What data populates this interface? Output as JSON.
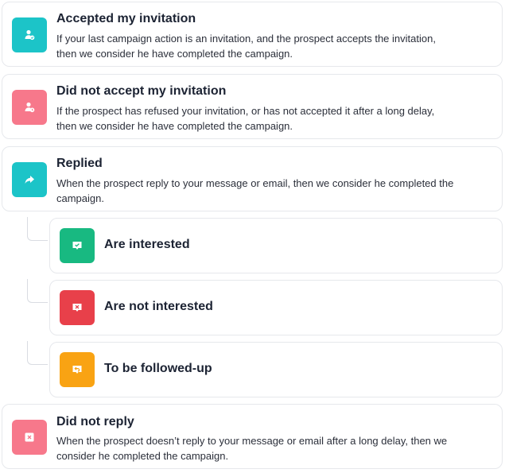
{
  "items": [
    {
      "title": "Accepted my invitation",
      "description_line1": "If your last campaign action is an invitation, and the prospect accepts the invitation,",
      "description_line2": "then we consider he have completed the campaign.",
      "icon": "user-check-icon",
      "color": "#1cc4c8"
    },
    {
      "title": "Did not accept my invitation",
      "description_line1": "If the prospect has refused your invitation, or has not accepted it after a long delay,",
      "description_line2": "then we consider he have completed the campaign.",
      "icon": "user-clock-icon",
      "color": "#f7788b"
    },
    {
      "title": "Replied",
      "description_line1": "When the prospect reply to your message or email, then we consider he completed the",
      "description_line2": "campaign.",
      "icon": "reply-arrow-icon",
      "color": "#1cc4c8"
    }
  ],
  "sub_items": [
    {
      "title": "Are interested",
      "icon": "chat-check-icon",
      "color": "#18b981"
    },
    {
      "title": "Are not interested",
      "icon": "chat-x-icon",
      "color": "#e8404a"
    },
    {
      "title": "To be followed-up",
      "icon": "chat-undo-icon",
      "color": "#f9a313"
    }
  ],
  "last_item": {
    "title": "Did not reply",
    "description_line1": "When the prospect doesn’t reply to your message or email after a long delay, then we",
    "description_line2": "consider he completed the campaign.",
    "icon": "close-square-icon",
    "color": "#f7788b"
  }
}
